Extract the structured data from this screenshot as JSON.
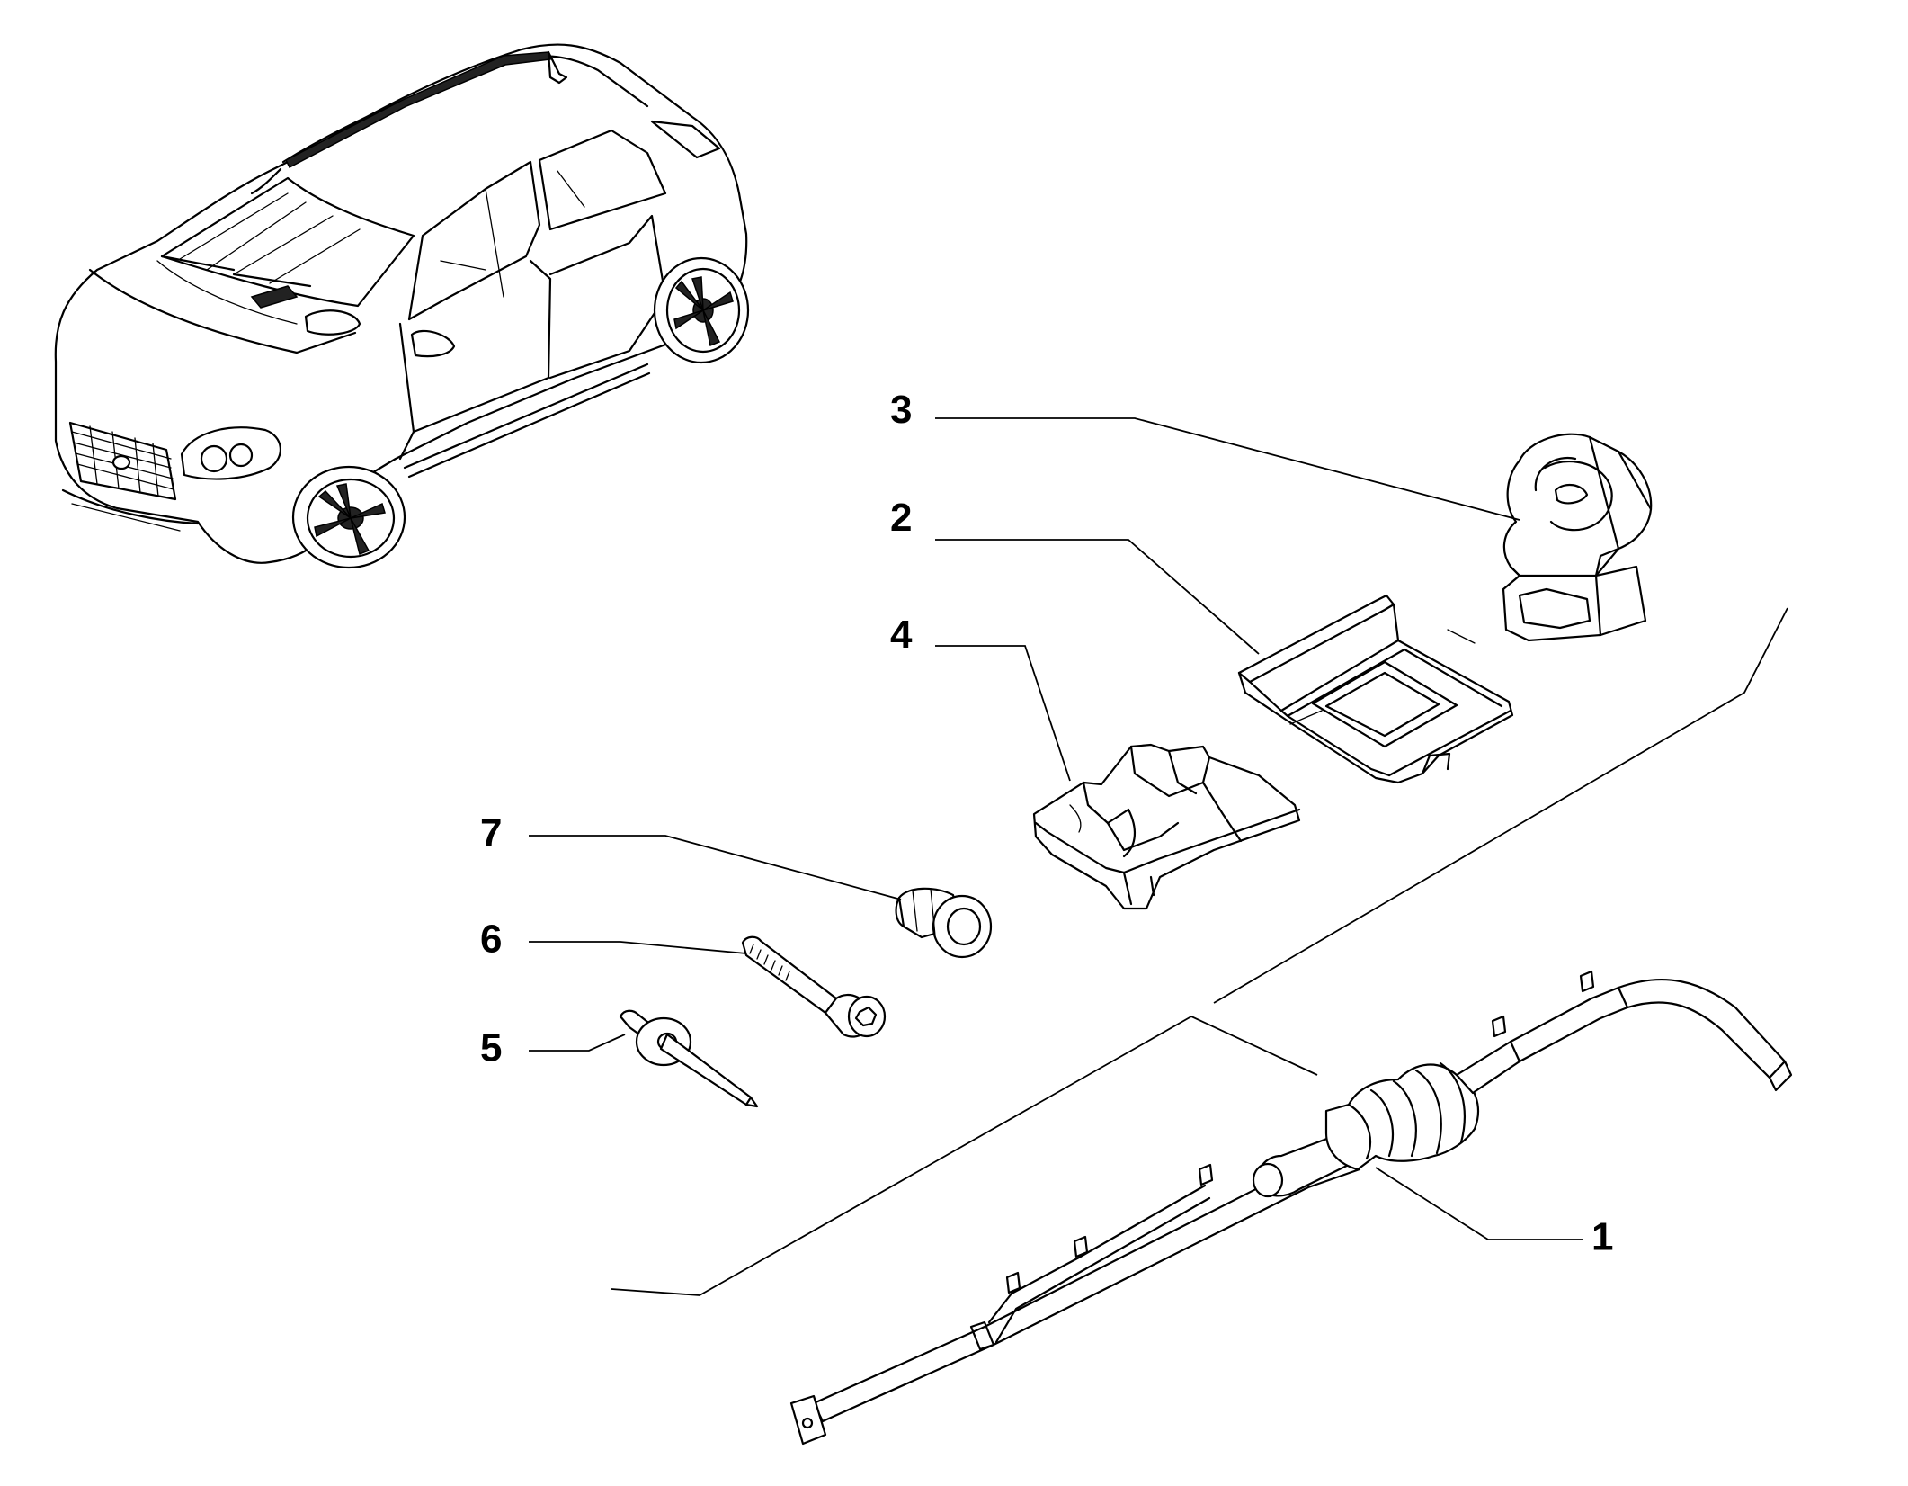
{
  "diagram": {
    "callouts": [
      {
        "id": "1",
        "label": "1"
      },
      {
        "id": "2",
        "label": "2"
      },
      {
        "id": "3",
        "label": "3"
      },
      {
        "id": "4",
        "label": "4"
      },
      {
        "id": "5",
        "label": "5"
      },
      {
        "id": "6",
        "label": "6"
      },
      {
        "id": "7",
        "label": "7"
      }
    ],
    "icons": {
      "vehicle": "vehicle-overview-icon",
      "part1": "antenna-cable-harness-icon",
      "part2": "support-bracket-icon",
      "part3": "clip-icon",
      "part4": "cable-holder-icon",
      "part5": "rivet-icon",
      "part6": "screw-icon",
      "part7": "bushing-icon"
    }
  }
}
